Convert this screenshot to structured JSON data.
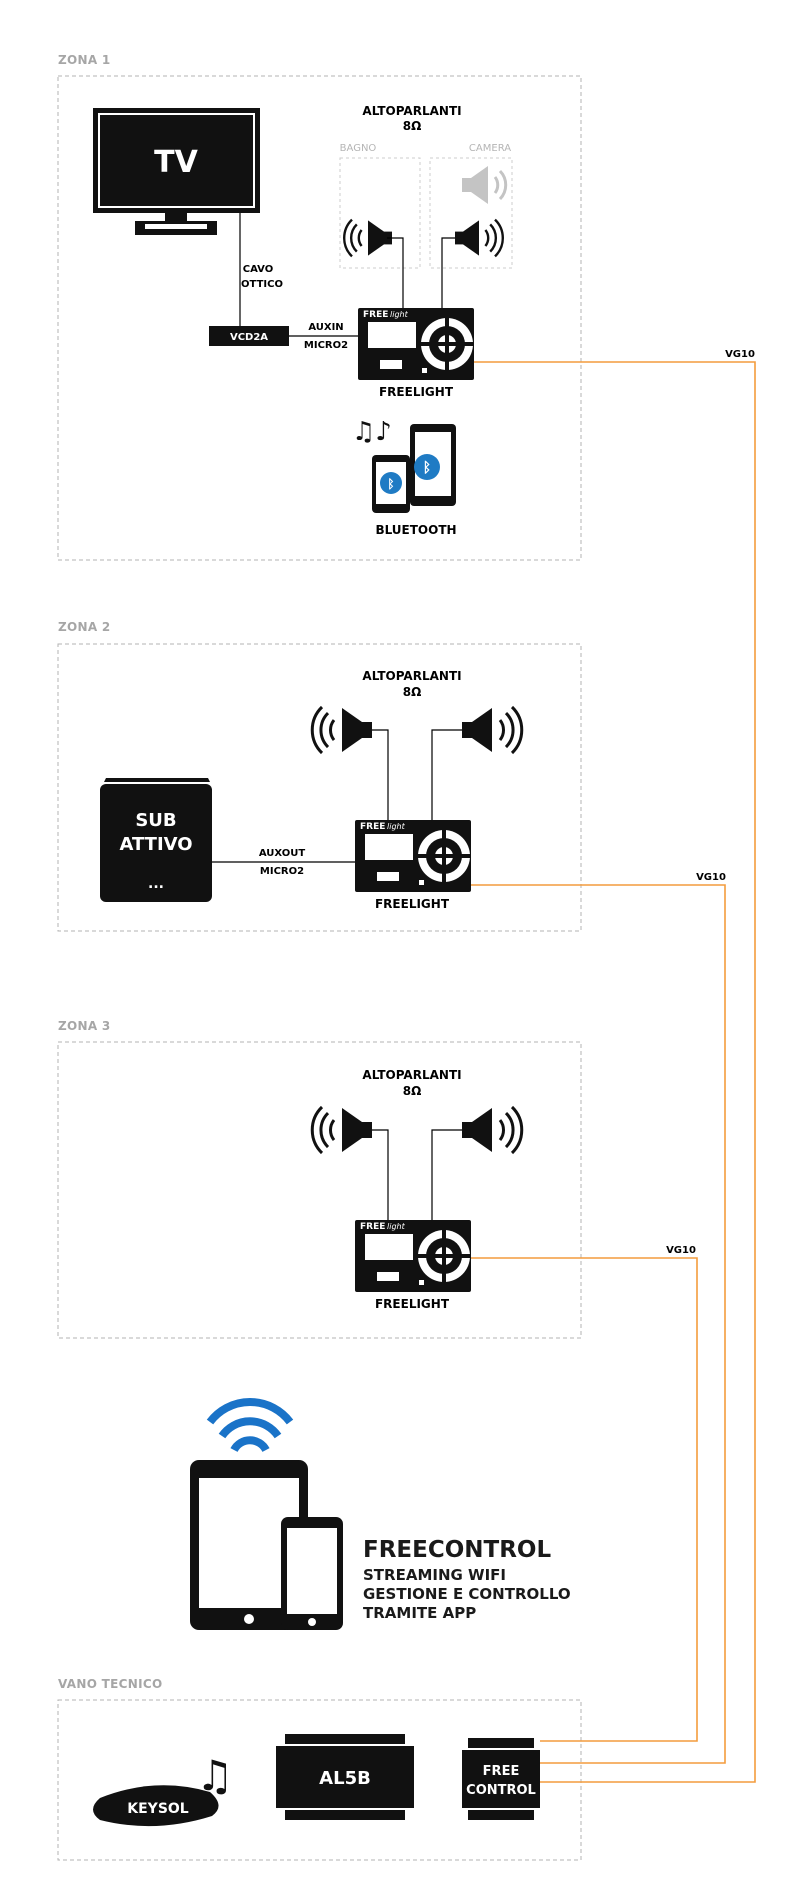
{
  "zones": [
    {
      "label": "ZONA 1",
      "speakers_title": "ALTOPARLANTI",
      "speakers_ohm": "8Ω",
      "room_left": "BAGNO",
      "room_right": "CAMERA",
      "tv": "TV",
      "cable_1": "CAVO",
      "cable_2": "OTTICO",
      "converter": "VCD2A",
      "input_1": "AUXIN",
      "input_2": "MICRO2",
      "device": "FREELIGHT",
      "bluetooth": "BLUETOOTH",
      "bus": "VG10"
    },
    {
      "label": "ZONA 2",
      "speakers_title": "ALTOPARLANTI",
      "speakers_ohm": "8Ω",
      "sub_line1": "SUB",
      "sub_line2": "ATTIVO",
      "sub_dots": "...",
      "output_1": "AUXOUT",
      "output_2": "MICRO2",
      "device": "FREELIGHT",
      "bus": "VG10"
    },
    {
      "label": "ZONA 3",
      "speakers_title": "ALTOPARLANTI",
      "speakers_ohm": "8Ω",
      "device": "FREELIGHT",
      "bus": "VG10"
    }
  ],
  "freelight_logo": "FREE",
  "freelight_logo_script": "light",
  "freecontrol": {
    "title": "FREECONTROL",
    "line1": "STREAMING WIFI",
    "line2": "GESTIONE E CONTROLLO",
    "line3": "TRAMITE APP"
  },
  "technical_room": {
    "label": "VANO TECNICO",
    "keysol": "KEYSOL",
    "al5b": "AL5B",
    "freecontrol_line1": "FREE",
    "freecontrol_line2": "CONTROL"
  },
  "colors": {
    "bus_wire": "#f39c3d",
    "wifi": "#1a73c8",
    "bluetooth": "#1f7bc4",
    "device": "#111111"
  }
}
